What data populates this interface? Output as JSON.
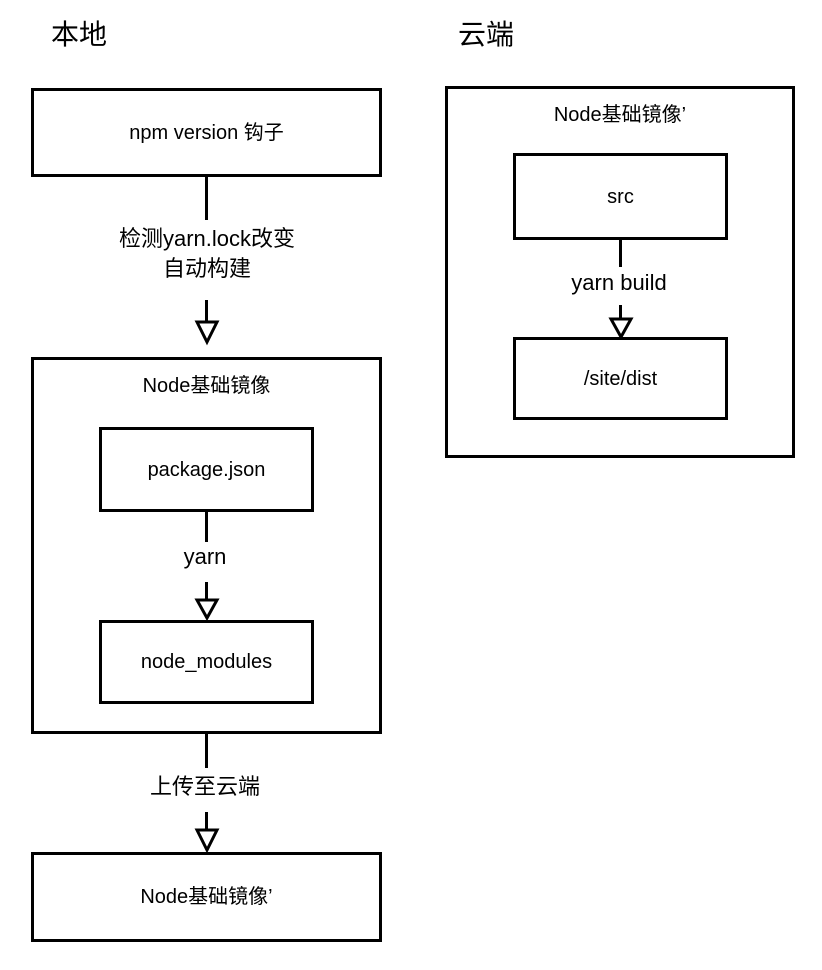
{
  "diagram": {
    "title_left": "本地",
    "title_right": "云端",
    "local": {
      "hook_box": "npm version 钩子",
      "edge_detect_line1": "检测yarn.lock改变",
      "edge_detect_line2": "自动构建",
      "node_image_container": "Node基础镜像",
      "package_json_box": "package.json",
      "edge_yarn": "yarn",
      "node_modules_box": "node_modules",
      "edge_upload": "上传至云端",
      "node_image_prime_box": "Node基础镜像’"
    },
    "cloud": {
      "node_image_prime_container": "Node基础镜像’",
      "src_box": "src",
      "edge_yarn_build": "yarn build",
      "site_dist_box": "/site/dist"
    },
    "colors": {
      "stroke": "#000000",
      "background": "#ffffff",
      "text": "#000000"
    }
  }
}
